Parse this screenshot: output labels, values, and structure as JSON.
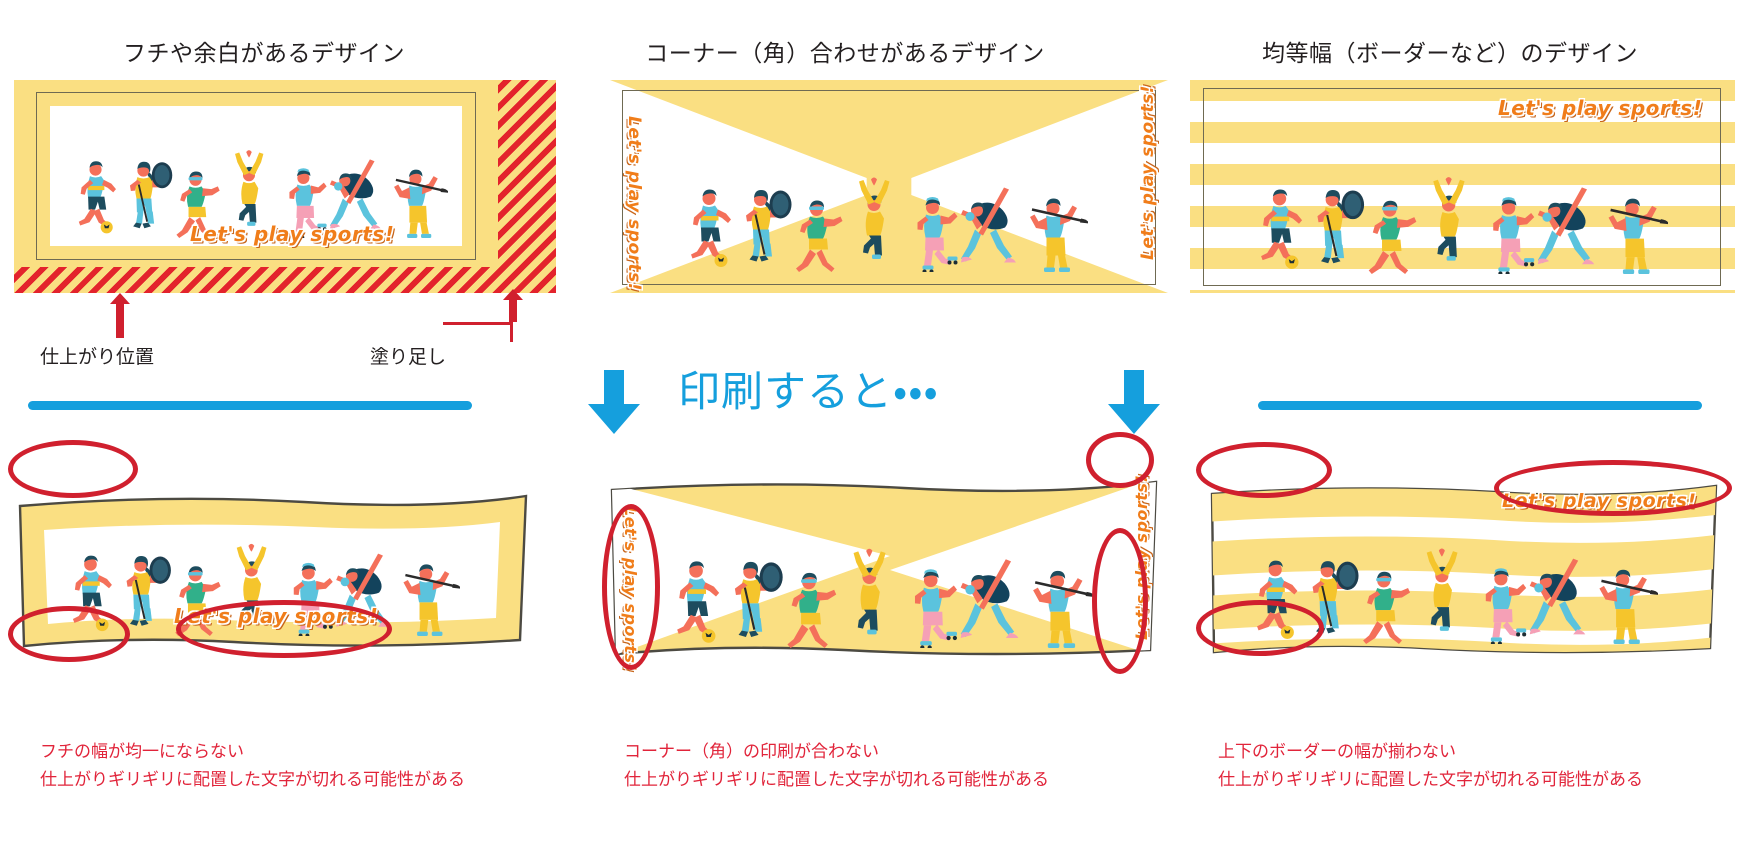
{
  "columns": [
    {
      "title": "フチや余白があるデザイン",
      "logo_text": "Let's play sports!",
      "caption_line1": "フチの幅が均一にならない",
      "caption_line2": "仕上がりギリギリに配置した文字が切れる可能性がある"
    },
    {
      "title": "コーナー（角）合わせがあるデザイン",
      "logo_text": "Let's play sports!",
      "caption_line1": "コーナー（角）の印刷が合わない",
      "caption_line2": "仕上がりギリギリに配置した文字が切れる可能性がある"
    },
    {
      "title": "均等幅（ボーダーなど）のデザイン",
      "logo_text": "Let's play sports!",
      "caption_line1": "上下のボーダーの幅が揃わない",
      "caption_line2": "仕上がりギリギリに配置した文字が切れる可能性がある"
    }
  ],
  "annotations": {
    "trim_label": "仕上がり位置",
    "bleed_label": "塗り足し"
  },
  "middle_band": {
    "print_text": "印刷すると・・・"
  },
  "colors": {
    "paper_yellow": "#fadf82",
    "logo_orange": "#f07d1a",
    "warning_red": "#e1243a",
    "mark_red": "#d0202e",
    "accent_blue": "#159fdd",
    "trim_stroke": "#6f6a52",
    "text_dark": "#231f20"
  }
}
